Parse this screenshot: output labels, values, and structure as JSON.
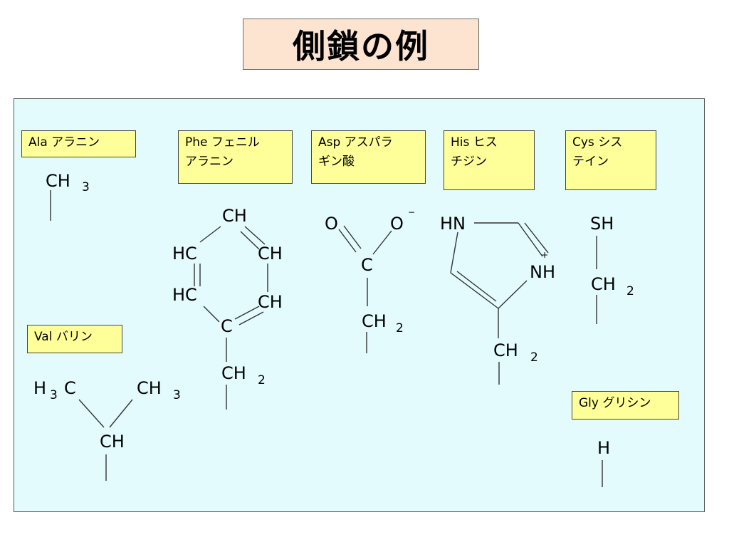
{
  "title": "側鎖の例",
  "labels": {
    "ala": "Ala  アラニン",
    "phe": "Phe フェニル\nアラニン",
    "asp": "Asp アスパラ\nギン酸",
    "his": "His  ヒス\nチジン",
    "cys": "Cys  シス\nテイン",
    "val": "Val  バリン",
    "gly": "Gly グリシン"
  },
  "atoms": {
    "CH": "CH",
    "HC": "HC",
    "C": "C",
    "H": "H",
    "O": "O",
    "HN": "HN",
    "NH": "NH",
    "SH": "SH",
    "sub2": "2",
    "sub3": "3",
    "minus": "−",
    "plus": "+"
  }
}
